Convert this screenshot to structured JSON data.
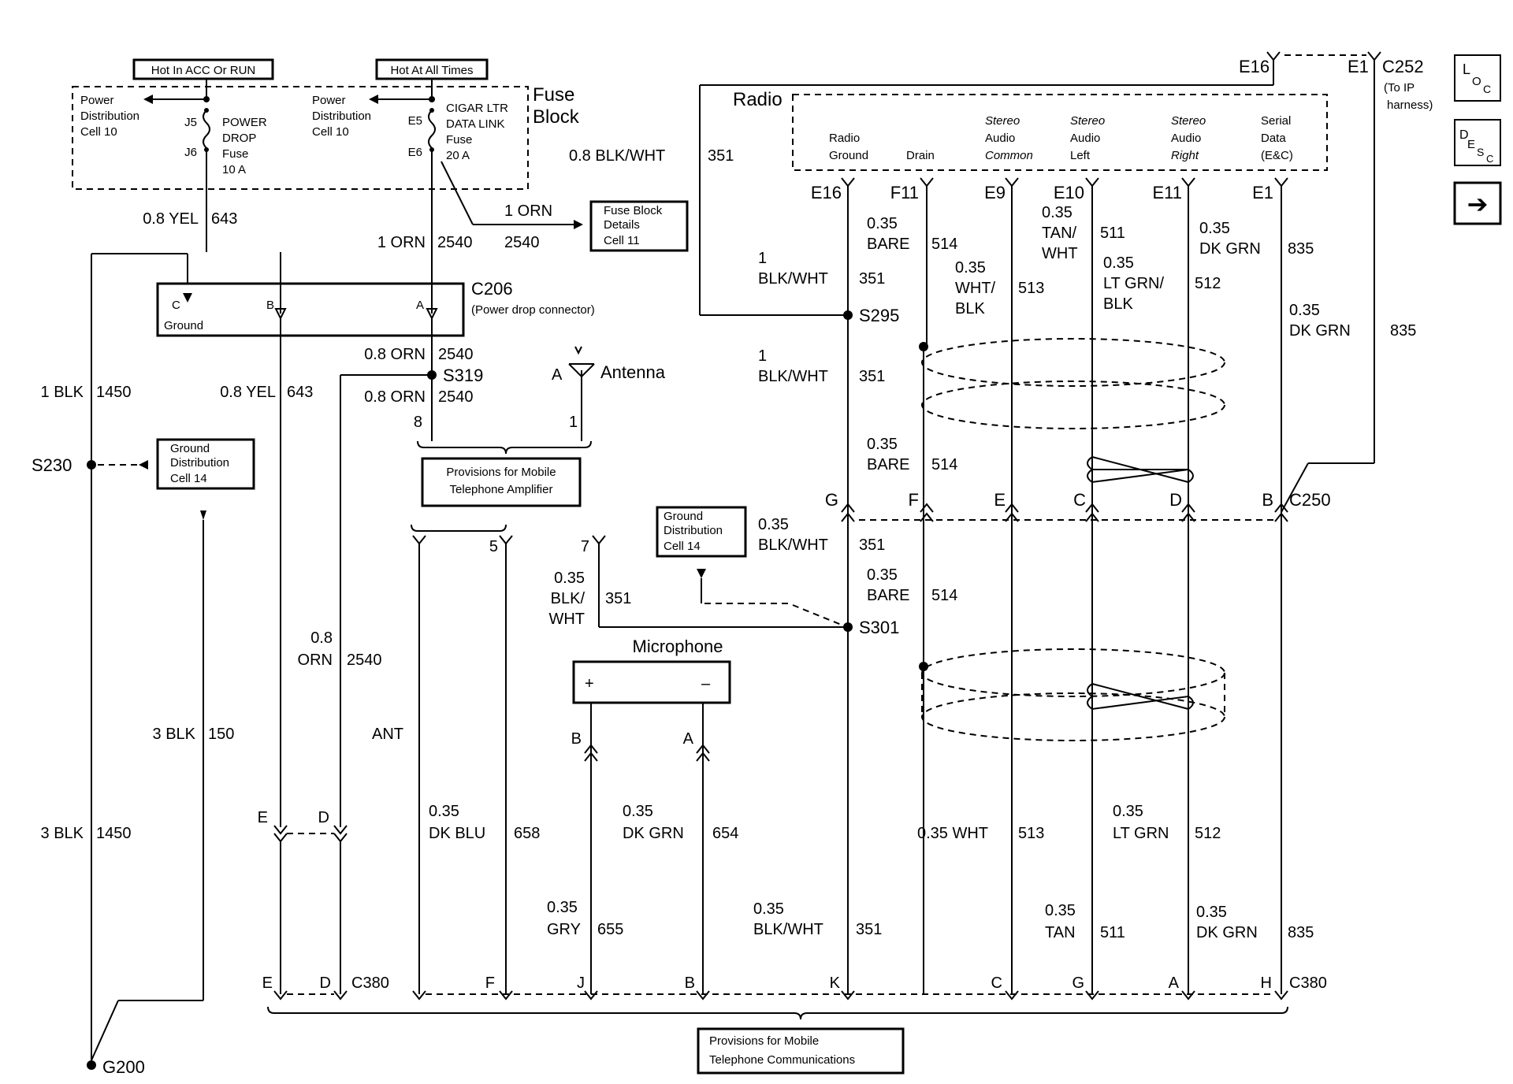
{
  "labels": {
    "hot_acc_run": "Hot In ACC Or RUN",
    "hot_all_times": "Hot At All Times",
    "fuse_block_1": "Fuse",
    "fuse_block_2": "Block",
    "power_dist_l1": "Power",
    "power_dist_l2": "Distribution",
    "power_dist_l3": "Cell 10",
    "j5": "J5",
    "j6": "J6",
    "power_drop_fuse_1": "POWER",
    "power_drop_fuse_2": "DROP",
    "power_drop_fuse_3": "Fuse",
    "power_drop_fuse_4": "10 A",
    "e5": "E5",
    "e6": "E6",
    "cigar_fuse_1": "CIGAR LTR",
    "cigar_fuse_2": "DATA LINK",
    "cigar_fuse_3": "Fuse",
    "cigar_fuse_4": "20 A",
    "fuse_block_details_1": "Fuse Block",
    "fuse_block_details_2": "Details",
    "fuse_block_details_3": "Cell 11",
    "radio": "Radio",
    "radio_ground_1": "Radio",
    "radio_ground_2": "Ground",
    "drain": "Drain",
    "stereo_common_1": "Stereo",
    "stereo_common_2": "Audio",
    "stereo_common_3": "Common",
    "stereo_left_1": "Stereo",
    "stereo_left_2": "Audio",
    "stereo_left_3": "Left",
    "stereo_right_1": "Stereo",
    "stereo_right_2": "Audio",
    "stereo_right_3": "Right",
    "serial_1": "Serial",
    "serial_2": "Data",
    "serial_3": "(E&C)",
    "c252": "C252",
    "c252_note_1": "(To IP",
    "c252_note_2": "harness)",
    "e16_top": "E16",
    "e1_top": "E1",
    "pin_e16": "E16",
    "pin_f11": "F11",
    "pin_e9": "E9",
    "pin_e10": "E10",
    "pin_e11": "E11",
    "pin_e1": "E1",
    "c206": "C206",
    "c206_desc": "(Power drop connector)",
    "c206_c": "C",
    "c206_b": "B",
    "c206_a": "A",
    "c206_ground": "Ground",
    "s295": "S295",
    "s319": "S319",
    "s230": "S230",
    "s301": "S301",
    "antenna": "Antenna",
    "antenna_pin_a": "A",
    "pin_8": "8",
    "pin_1": "1",
    "pin_5": "5",
    "pin_7": "7",
    "amp_1": "Provisions for Mobile",
    "amp_2": "Telephone Amplifier",
    "ground_dist_1": "Ground",
    "ground_dist_2": "Distribution",
    "ground_dist_3": "Cell 14",
    "c250": "C250",
    "c250_g": "G",
    "c250_f": "F",
    "c250_e": "E",
    "c250_c": "C",
    "c250_d": "D",
    "c250_b": "B",
    "microphone": "Microphone",
    "mic_plus": "+",
    "mic_minus": "–",
    "mic_b": "B",
    "mic_a": "A",
    "ant": "ANT",
    "c380": "C380",
    "c380_e": "E",
    "c380_d": "D",
    "c380_f": "F",
    "c380_j": "J",
    "c380_b": "B",
    "c380_k": "K",
    "c380_c": "C",
    "c380_g": "G",
    "c380_a": "A",
    "c380_h": "H",
    "mid_e": "E",
    "mid_d": "D",
    "g200": "G200",
    "comm_1": "Provisions for Mobile",
    "comm_2": "Telephone Communications",
    "loc": "L",
    "loc_sub": "O",
    "loc_sub2": "C",
    "desc": "D",
    "desc_sub": "E",
    "desc_sub2": "S",
    "desc_sub3": "C",
    "next_icon": "➔"
  },
  "wires": {
    "yel_643_a": "0.8 YEL",
    "yel_643_a_c": "643",
    "orn_2540_a": "1 ORN",
    "orn_2540_a_c": "2540",
    "orn_2540_b": "1 ORN",
    "orn_2540_b_c": "2540",
    "blk_wht_351_radio": "0.8 BLK/WHT",
    "blk_wht_351_radio_c": "351",
    "orn_2540_c": "0.8 ORN",
    "orn_2540_c_c": "2540",
    "orn_2540_d": "0.8 ORN",
    "orn_2540_d_c": "2540",
    "blk_1450_a": "1 BLK",
    "blk_1450_a_c": "1450",
    "yel_643_b": "0.8 YEL",
    "yel_643_b_c": "643",
    "bare_514_a_1": "0.35",
    "bare_514_a_2": "BARE",
    "bare_514_a_c": "514",
    "bk_351_a_1": "1",
    "bk_351_a_2": "BLK/WHT",
    "bk_351_a_c": "351",
    "wht_513_a_1": "0.35",
    "wht_513_a_2": "WHT/",
    "wht_513_a_3": "BLK",
    "wht_513_a_c": "513",
    "tan_511_a_1": "0.35",
    "tan_511_a_2": "TAN/",
    "tan_511_a_3": "WHT",
    "tan_511_a_c": "511",
    "ltg_512_a_1": "0.35",
    "ltg_512_a_2": "LT GRN/",
    "ltg_512_a_3": "BLK",
    "ltg_512_a_c": "512",
    "dkg_835_a_1": "0.35",
    "dkg_835_a_2": "DK GRN",
    "dkg_835_a_c": "835",
    "dkg_835_b_1": "0.35",
    "dkg_835_b_2": "DK GRN",
    "dkg_835_b_c": "835",
    "bk_351_b_1": "1",
    "bk_351_b_2": "BLK/WHT",
    "bk_351_b_c": "351",
    "bare_514_b_1": "0.35",
    "bare_514_b_2": "BARE",
    "bare_514_b_c": "514",
    "bk_351_c_1": "0.35",
    "bk_351_c_2": "BLK/WHT",
    "bk_351_c_c": "351",
    "bare_514_c_1": "0.35",
    "bare_514_c_2": "BARE",
    "bare_514_c_c": "514",
    "bk_351_d_1": "0.35",
    "bk_351_d_2": "BLK/",
    "bk_351_d_3": "WHT",
    "bk_351_d_c": "351",
    "orn_2540_e_1": "0.8",
    "orn_2540_e_2": "ORN",
    "orn_2540_e_c": "2540",
    "blk_150": "3 BLK",
    "blk_150_c": "150",
    "blk_1450_b": "3 BLK",
    "blk_1450_b_c": "1450",
    "dkblu_658_1": "0.35",
    "dkblu_658_2": "DK BLU",
    "dkblu_658_c": "658",
    "dkgrn_654_1": "0.35",
    "dkgrn_654_2": "DK GRN",
    "dkgrn_654_c": "654",
    "wht_513_b": "0.35 WHT",
    "wht_513_b_c": "513",
    "ltgrn_512_b_1": "0.35",
    "ltgrn_512_b_2": "LT GRN",
    "ltgrn_512_b_c": "512",
    "gry_655_1": "0.35",
    "gry_655_2": "GRY",
    "gry_655_c": "655",
    "bk_351_e_1": "0.35",
    "bk_351_e_2": "BLK/WHT",
    "bk_351_e_c": "351",
    "tan_511_b_1": "0.35",
    "tan_511_b_2": "TAN",
    "tan_511_b_c": "511",
    "dkgrn_835_c_1": "0.35",
    "dkgrn_835_c_2": "DK GRN",
    "dkgrn_835_c_c": "835"
  }
}
